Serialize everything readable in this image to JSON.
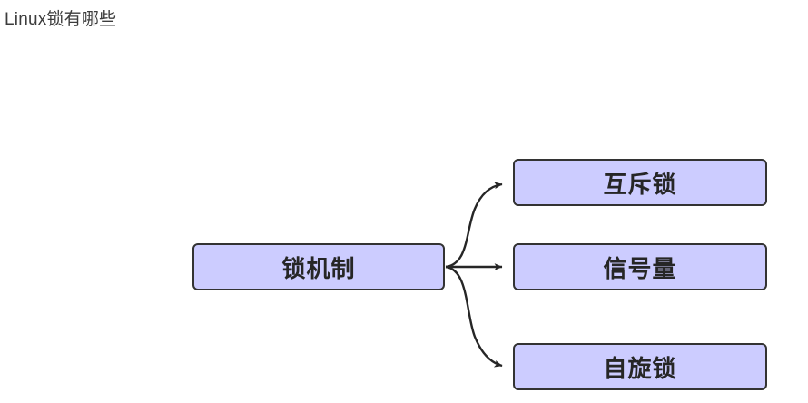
{
  "page": {
    "title": "Linux锁有哪些",
    "background_color": "#ffffff",
    "title_color": "#3c3c3c"
  },
  "diagram": {
    "type": "tree",
    "node_fill": "#ccccff",
    "node_border": "#333333",
    "node_text_color": "#262626",
    "edge_color": "#262626",
    "root": {
      "id": "root",
      "label": "锁机制"
    },
    "children": [
      {
        "id": "mutex",
        "label": "互斥锁"
      },
      {
        "id": "semaphore",
        "label": "信号量"
      },
      {
        "id": "spinlock",
        "label": "自旋锁"
      }
    ],
    "edges": [
      {
        "from": "root",
        "to": "mutex",
        "style": "curved",
        "arrow": "filled-triangle"
      },
      {
        "from": "root",
        "to": "semaphore",
        "style": "straight",
        "arrow": "filled-triangle"
      },
      {
        "from": "root",
        "to": "spinlock",
        "style": "curved",
        "arrow": "filled-triangle"
      }
    ]
  }
}
